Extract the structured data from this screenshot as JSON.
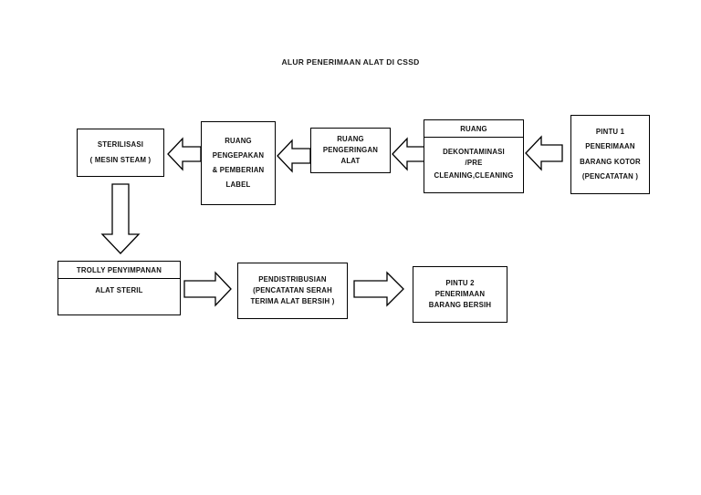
{
  "diagram": {
    "title": "ALUR PENERIMAAN ALAT DI CSSD",
    "type": "flowchart",
    "colors": {
      "stroke": "#000000",
      "fill": "#ffffff",
      "text": "#111111"
    },
    "nodes": {
      "sterilisasi": {
        "id": "sterilisasi",
        "lines": [
          "STERILISASI",
          "( MESIN STEAM )"
        ]
      },
      "pengepakan": {
        "id": "pengepakan",
        "lines": [
          "RUANG",
          "PENGEPAKAN",
          "& PEMBERIAN",
          "LABEL"
        ]
      },
      "pengeringan": {
        "id": "pengeringan",
        "lines": [
          "RUANG",
          "PENGERINGAN",
          "ALAT"
        ]
      },
      "dekontaminasi": {
        "id": "dekontaminasi",
        "header": "RUANG",
        "lines": [
          "DEKONTAMINASI",
          "/PRE",
          "CLEANING,CLEANING"
        ]
      },
      "pintu1": {
        "id": "pintu1",
        "lines": [
          "PINTU 1",
          "PENERIMAAN",
          "BARANG  KOTOR",
          "(PENCATATAN )"
        ]
      },
      "trolly": {
        "id": "trolly",
        "header": "TROLLY PENYIMPANAN",
        "lines": [
          "ALAT STERIL"
        ]
      },
      "pendistribusian": {
        "id": "pendistribusian",
        "lines": [
          "PENDISTRIBUSIAN",
          "(PENCATATAN SERAH",
          "TERIMA ALAT BERSIH )"
        ]
      },
      "pintu2": {
        "id": "pintu2",
        "lines": [
          "PINTU 2",
          "PENERIMAAN",
          "BARANG BERSIH"
        ]
      }
    },
    "edges": [
      {
        "id": "pintu1-to-dekontaminasi",
        "from": "pintu1",
        "to": "dekontaminasi",
        "direction": "left"
      },
      {
        "id": "dekontaminasi-to-pengeringan",
        "from": "dekontaminasi",
        "to": "pengeringan",
        "direction": "left"
      },
      {
        "id": "pengeringan-to-pengepakan",
        "from": "pengeringan",
        "to": "pengepakan",
        "direction": "left"
      },
      {
        "id": "pengepakan-to-sterilisasi",
        "from": "pengepakan",
        "to": "sterilisasi",
        "direction": "left"
      },
      {
        "id": "sterilisasi-to-trolly",
        "from": "sterilisasi",
        "to": "trolly",
        "direction": "down"
      },
      {
        "id": "trolly-to-pendistribusian",
        "from": "trolly",
        "to": "pendistribusian",
        "direction": "right"
      },
      {
        "id": "pendistribusian-to-pintu2",
        "from": "pendistribusian",
        "to": "pintu2",
        "direction": "right"
      }
    ]
  }
}
